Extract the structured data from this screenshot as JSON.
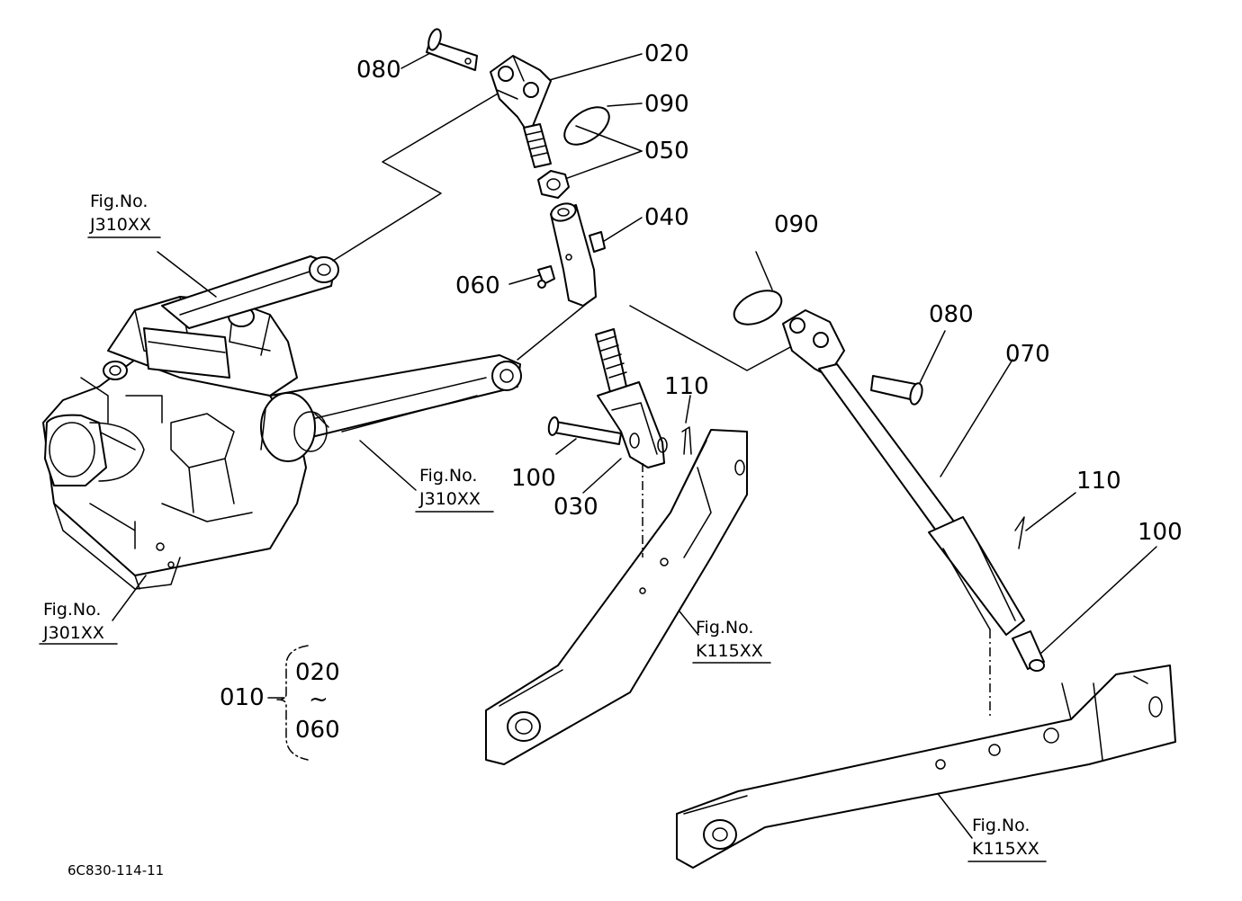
{
  "parts": {
    "p080a": "080",
    "p020": "020",
    "p090a": "090",
    "p050": "050",
    "p040": "040",
    "p060": "060",
    "p090b": "090",
    "p080b": "080",
    "p070": "070",
    "p110a": "110",
    "p110b": "110",
    "p100a": "100",
    "p100b": "100",
    "p030": "030"
  },
  "assembly": {
    "parent": "010",
    "from": "020",
    "tilde": "~",
    "to": "060"
  },
  "figrefs": [
    {
      "title": "Fig.No.",
      "code": "J310XX"
    },
    {
      "title": "Fig.No.",
      "code": "J310XX"
    },
    {
      "title": "Fig.No.",
      "code": "J301XX"
    },
    {
      "title": "Fig.No.",
      "code": "K115XX"
    },
    {
      "title": "Fig.No.",
      "code": "K115XX"
    }
  ],
  "drawing_code": "6C830-114-11"
}
